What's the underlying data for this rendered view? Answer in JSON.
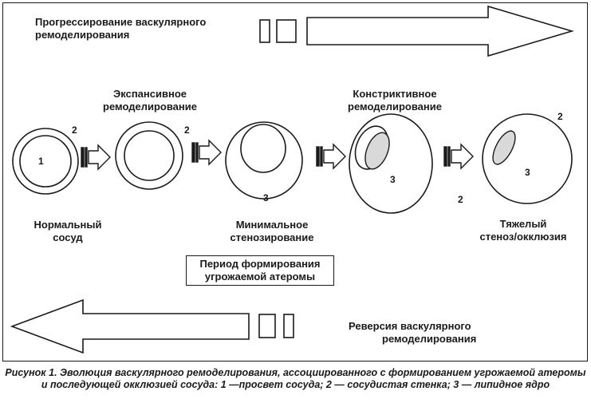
{
  "labels": {
    "progression_line1": "Прогрессирование васкулярного",
    "progression_line2": "ремоделирования",
    "reversal_line1": "Реверсия васкулярного",
    "reversal_line2": "ремоделирования",
    "expansive_line1": "Экспансивное",
    "expansive_line2": "ремоделирование",
    "constrictive_line1": "Констриктивное",
    "constrictive_line2": "ремоделирование",
    "normal_line1": "Нормальный",
    "normal_line2": "сосуд",
    "minimal_line1": "Минимальное",
    "minimal_line2": "стенозирование",
    "severe_line1": "Тяжелый",
    "severe_line2": "стеноз/окклюзия"
  },
  "period_box": {
    "line1": "Период формирования",
    "line2": "угрожаемой атеромы"
  },
  "numbers": {
    "n1": "1",
    "n2a": "2",
    "n2b": "2",
    "n3a": "3",
    "n3b": "3",
    "n2c": "2",
    "n2d": "2",
    "n3c": "3"
  },
  "caption": "Рисунок 1. Эволюция васкулярного ремоделирования, ассоциированного с формированием угрожаемой атеромы и последующей окклюзией сосуда: 1 —просвет сосуда; 2 — сосудистая стенка; 3 — липидное ядро",
  "colors": {
    "stroke": "#1a1a1a",
    "lipid_fill": "#d9d9d9"
  }
}
